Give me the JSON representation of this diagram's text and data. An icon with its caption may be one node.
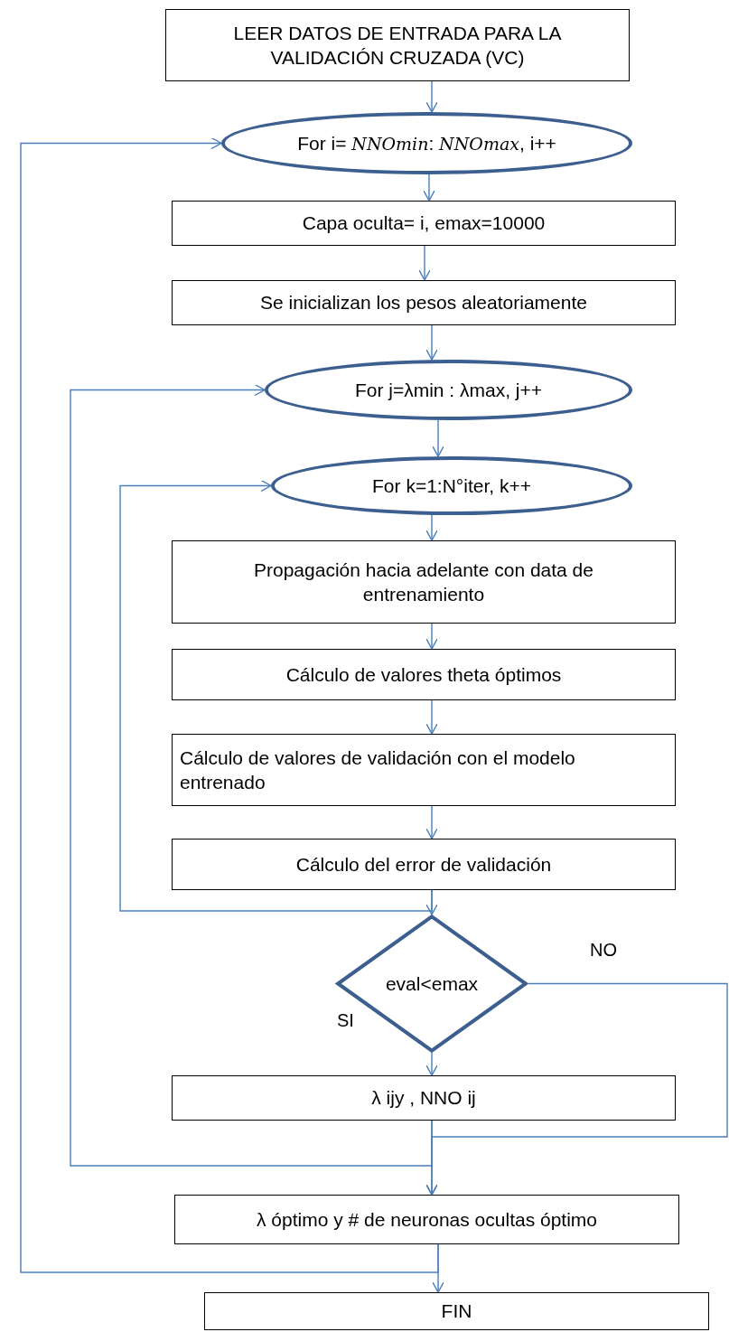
{
  "diagram": {
    "nodes": [
      {
        "text": [
          "LEER DATOS DE ENTRADA PARA LA VALIDACIÓN CRUZADA (VC)"
        ]
      },
      {
        "text": [
          "For i= *NNOmin*: *NNOmax*, i++"
        ]
      },
      {
        "text": [
          "Capa oculta= i, emax=10000"
        ]
      },
      {
        "text": [
          "Se inicializan los pesos aleatoriamente"
        ]
      },
      {
        "text": [
          "For j=λmin : λmax, j++"
        ]
      },
      {
        "text": [
          "For k=1:N°iter, k++"
        ]
      },
      {
        "text": [
          "Propagación hacia adelante con data de entrenamiento"
        ]
      },
      {
        "text": [
          "Cálculo de valores theta óptimos"
        ]
      },
      {
        "text": [
          "Cálculo de valores de validación con el modelo entrenado"
        ]
      },
      {
        "text": [
          "Cálculo del error de validación"
        ]
      },
      {
        "text": [
          "eval<emax"
        ]
      },
      {
        "text": [
          "λ ijy , NNO ij"
        ]
      },
      {
        "text": [
          "λ óptimo y # de neuronas ocultas óptimo"
        ]
      },
      {
        "text": [
          "FIN"
        ]
      }
    ],
    "edges": [
      {
        "from": 0,
        "to": 1,
        "arrow": "to"
      },
      {
        "from": 1,
        "to": 2,
        "arrow": "to"
      },
      {
        "from": 2,
        "to": 3,
        "arrow": "to"
      },
      {
        "from": 3,
        "to": 4,
        "arrow": "to"
      },
      {
        "from": 4,
        "to": 5,
        "arrow": "to"
      },
      {
        "from": 5,
        "to": 6,
        "arrow": "to"
      },
      {
        "from": 6,
        "to": 7,
        "arrow": "to"
      },
      {
        "from": 7,
        "to": 8,
        "arrow": "to"
      },
      {
        "from": 8,
        "to": 9,
        "arrow": "to"
      },
      {
        "from": 9,
        "to": 10,
        "arrow": "to"
      },
      {
        "from": 9,
        "to": 5,
        "arrow": "to"
      },
      {
        "from": 10,
        "to": 11,
        "arrow": "to",
        "label": "SI"
      },
      {
        "from": 10,
        "to": 12,
        "arrow": "to",
        "label": "NO"
      },
      {
        "from": 11,
        "to": 12,
        "arrow": "to"
      },
      {
        "from": 11,
        "to": 4,
        "arrow": "to"
      },
      {
        "from": 12,
        "to": 13,
        "arrow": "to"
      },
      {
        "from": 12,
        "to": 1,
        "arrow": "to"
      }
    ]
  }
}
